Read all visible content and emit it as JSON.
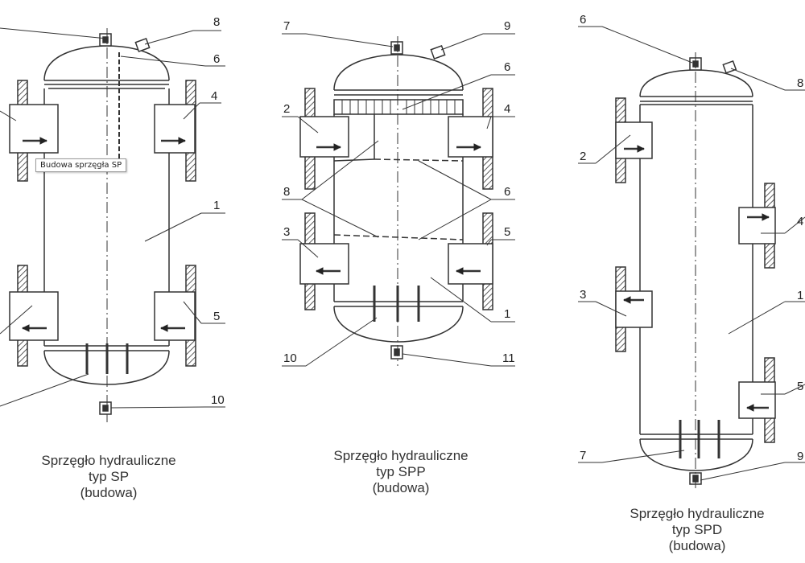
{
  "tooltip": "Budowa sprzęgła SP",
  "diagrams": [
    {
      "id": "sp",
      "caption": [
        "Sprzęgło hydrauliczne",
        "typ SP",
        "(budowa)"
      ],
      "labels": [
        "8",
        "6",
        "4",
        "1",
        "5",
        "10"
      ]
    },
    {
      "id": "spp",
      "caption": [
        "Sprzęgło hydrauliczne",
        "typ SPP",
        "(budowa)"
      ],
      "labels": [
        "7",
        "9",
        "6",
        "2",
        "4",
        "8",
        "6",
        "3",
        "5",
        "1",
        "10",
        "11"
      ]
    },
    {
      "id": "spd",
      "caption": [
        "Sprzęgło hydrauliczne",
        "typ SPD",
        "(budowa)"
      ],
      "labels": [
        "6",
        "8",
        "2",
        "4",
        "3",
        "1",
        "5",
        "7",
        "9"
      ]
    }
  ]
}
